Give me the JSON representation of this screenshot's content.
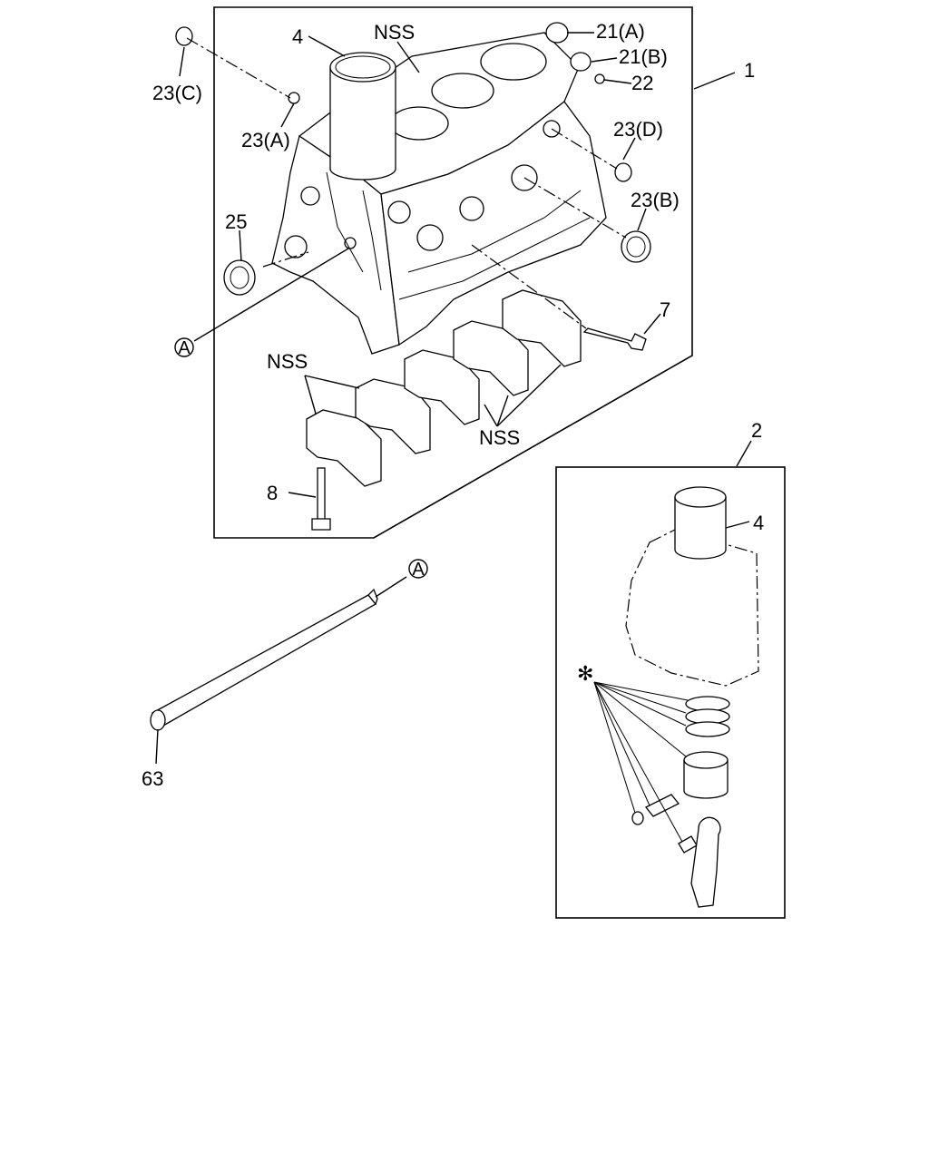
{
  "callouts": {
    "c1": "1",
    "c2": "2",
    "c4_main": "4",
    "c4_sub": "4",
    "c7": "7",
    "c8": "8",
    "c22": "22",
    "c25": "25",
    "c63": "63",
    "c21a": "21(A)",
    "c21b": "21(B)",
    "c23a": "23(A)",
    "c23b": "23(B)",
    "c23c": "23(C)",
    "c23d": "23(D)",
    "nss_top": "NSS",
    "nss_left": "NSS",
    "nss_bottom": "NSS",
    "ref_a_block": "A",
    "ref_a_shaft": "A",
    "asterisk": "✻"
  }
}
